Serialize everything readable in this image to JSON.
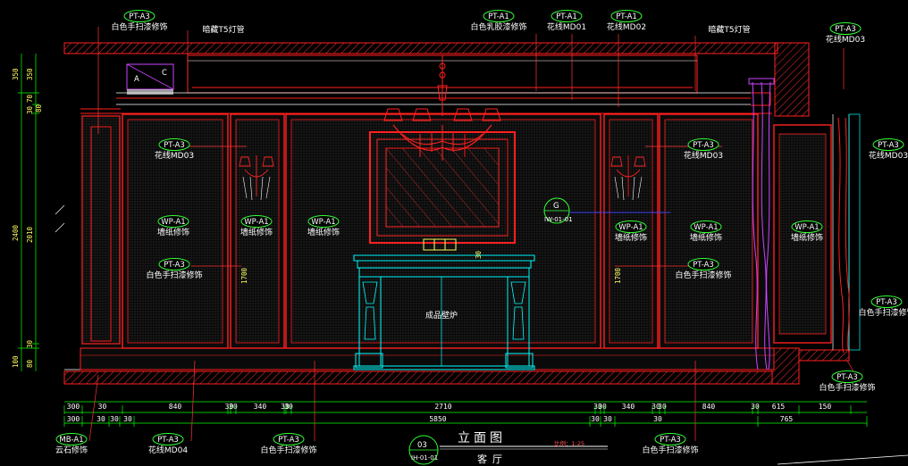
{
  "colors": {
    "background": "#000000",
    "wall": "#ff2020",
    "wall_hatch": "#ff3030",
    "leader": "#ff3333",
    "tag_outline": "#33ff33",
    "fireplace": "#00ffff",
    "text": "#ffffff",
    "dimension": "#ffff66",
    "curtain": "#cc44ff",
    "tick": "#00ff00"
  },
  "tags": {
    "pt_a3_tl": {
      "code": "PT-A3",
      "text": "白色手扫漆修饰"
    },
    "t5_left": {
      "text": "暗藏T5灯管"
    },
    "pt_a1_top": {
      "code": "PT-A1",
      "text": "白色乳胶漆修饰"
    },
    "pt_a1_md01": {
      "code": "PT-A1",
      "text": "花线MD01"
    },
    "pt_a1_md02": {
      "code": "PT-A1",
      "text": "花线MD02"
    },
    "t5_right": {
      "text": "暗藏T5灯管"
    },
    "pt_a3_md03_tr": {
      "code": "PT-A3",
      "text": "花线MD03"
    },
    "pt_a3_md03_l": {
      "code": "PT-A3",
      "text": "花线MD03"
    },
    "pt_a3_md03_r": {
      "code": "PT-A3",
      "text": "花线MD03"
    },
    "pt_a3_md03_fr": {
      "code": "PT-A3",
      "text": "花线MD03"
    },
    "wp_1": {
      "code": "WP-A1",
      "text": "墙纸修饰"
    },
    "wp_2": {
      "code": "WP-A1",
      "text": "墙纸修饰"
    },
    "wp_3": {
      "code": "WP-A1",
      "text": "墙纸修饰"
    },
    "wp_4": {
      "code": "WP-A1",
      "text": "墙纸修饰"
    },
    "wp_5": {
      "code": "WP-A1",
      "text": "墙纸修饰"
    },
    "wp_6": {
      "code": "WP-A1",
      "text": "墙纸修饰"
    },
    "pt_a3_mid_l": {
      "code": "PT-A3",
      "text": "白色手扫漆修饰"
    },
    "pt_a3_mid_r": {
      "code": "PT-A3",
      "text": "白色手扫漆修饰"
    },
    "pt_a3_fr": {
      "code": "PT-A3",
      "text": "白色手扫漆修饰"
    },
    "pt_a3_br": {
      "code": "PT-A3",
      "text": "白色手扫漆修饰"
    },
    "mb_a1": {
      "code": "MB-A1",
      "text": "云石修饰"
    },
    "pt_a3_md04": {
      "code": "PT-A3",
      "text": "花线MD04"
    },
    "pt_a3_b2": {
      "code": "PT-A3",
      "text": "白色手扫漆修饰"
    },
    "pt_a3_b3": {
      "code": "PT-A3",
      "text": "白色手扫漆修饰"
    }
  },
  "fireplace_label": "成品壁炉",
  "section_marker": {
    "letter": "G",
    "ref": "IW-01-01"
  },
  "vertical_dims": {
    "outer": [
      "350",
      "2400",
      "100"
    ],
    "inner": [
      "350",
      "70",
      "30",
      "80",
      "2010",
      "30",
      "80"
    ],
    "panel": [
      "1700",
      "1700"
    ],
    "fire": "30"
  },
  "horizontal_dims": {
    "row1": [
      "300",
      "30",
      "840",
      "30",
      "30",
      "340",
      "30",
      "30",
      "2710",
      "30",
      "30",
      "340",
      "30",
      "30",
      "840",
      "30",
      "615",
      "150"
    ],
    "row2": [
      "300",
      "30",
      "30",
      "30",
      "5850",
      "30",
      "30",
      "30",
      "765"
    ]
  },
  "title": {
    "main": "立面图",
    "sub": "客厅",
    "scale": "比例：1:25",
    "number": "03",
    "ref": "IH-01-01"
  },
  "symbols": {
    "a": "A",
    "c": "C"
  }
}
